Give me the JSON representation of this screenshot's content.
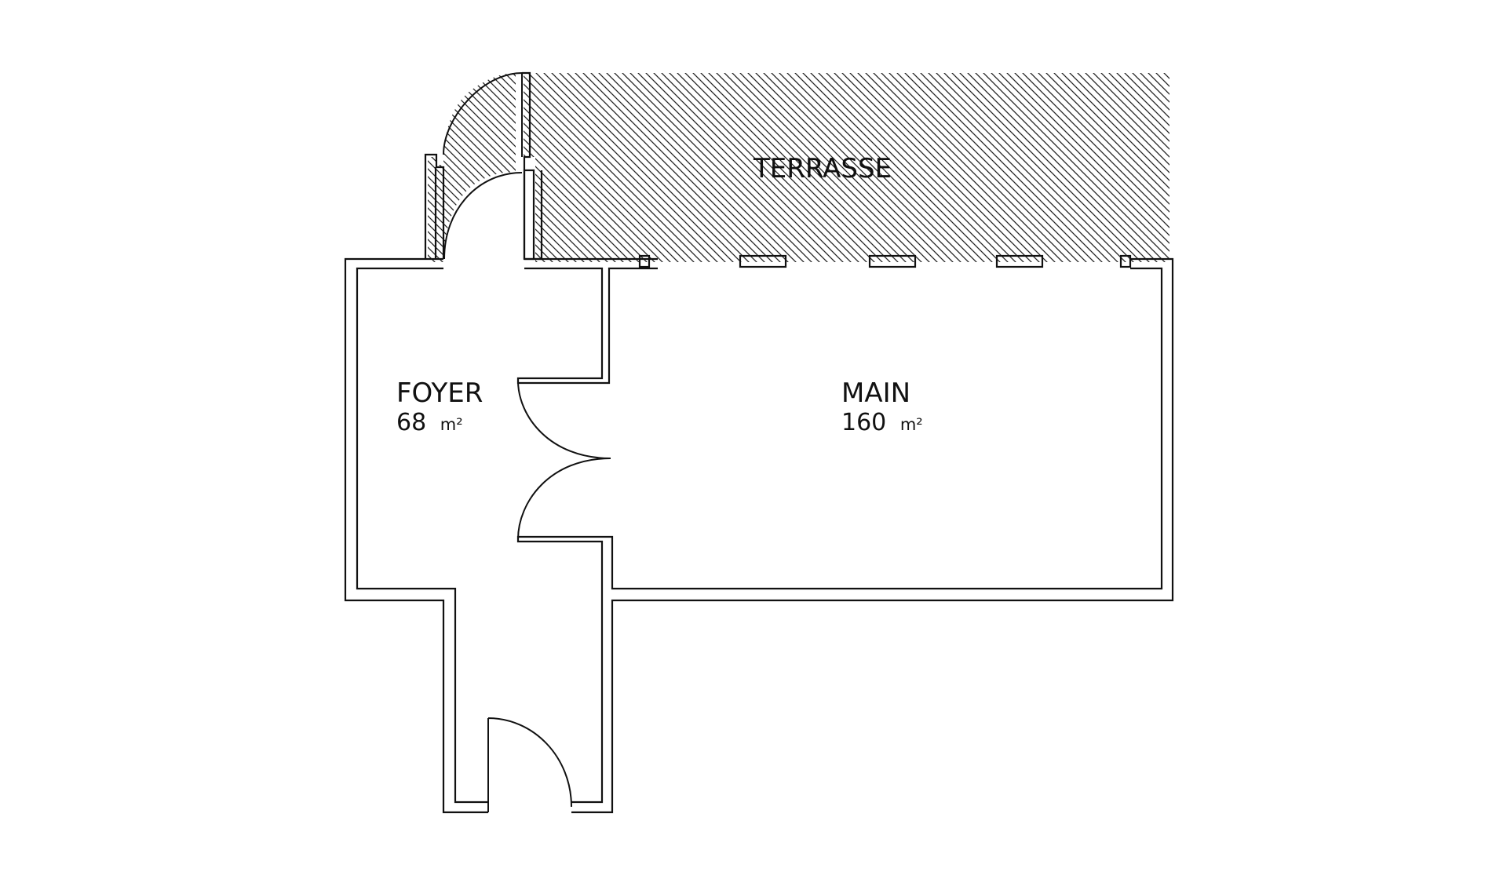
{
  "colors": {
    "background": "#ffffff",
    "line": "#111111",
    "hatch": "#222222"
  },
  "plan": {
    "terrace": {
      "name": "TERRASSE"
    },
    "rooms": [
      {
        "id": "foyer",
        "name": "FOYER",
        "area": "68",
        "unit": "m²"
      },
      {
        "id": "main",
        "name": "MAIN",
        "area": "160",
        "unit": "m²"
      }
    ]
  }
}
